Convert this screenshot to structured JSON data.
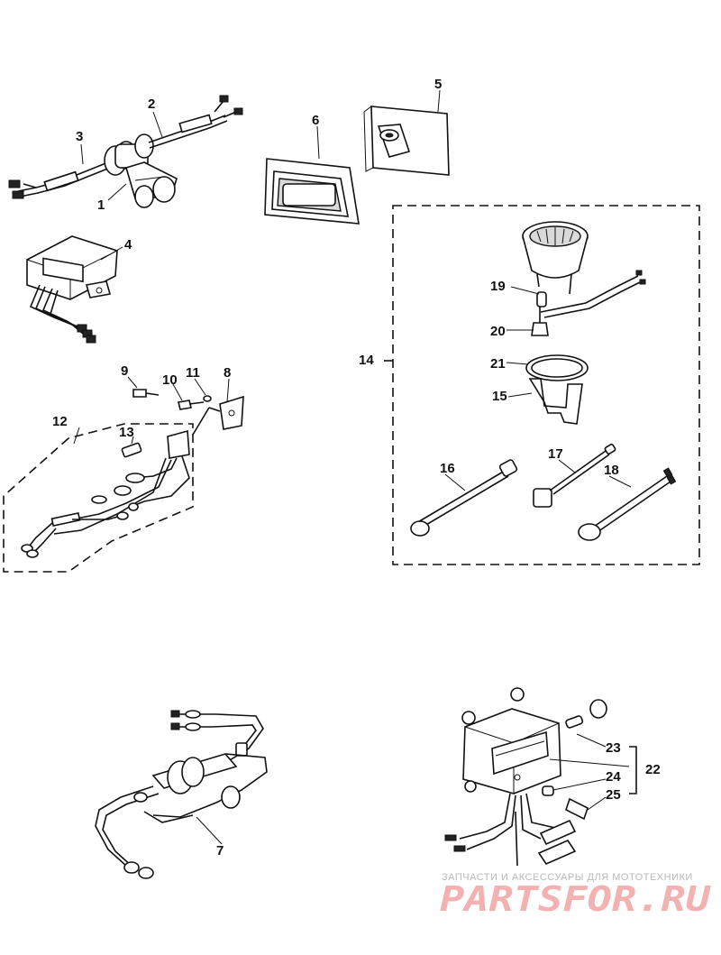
{
  "callouts": {
    "c1": "1",
    "c2": "2",
    "c3": "3",
    "c4": "4",
    "c5": "5",
    "c6": "6",
    "c7": "7",
    "c8": "8",
    "c9": "9",
    "c10": "10",
    "c11": "11",
    "c12": "12",
    "c13": "13",
    "c14": "14",
    "c15": "15",
    "c16": "16",
    "c17": "17",
    "c18": "18",
    "c19": "19",
    "c20": "20",
    "c21": "21",
    "c22": "22",
    "c23": "23",
    "c24": "24",
    "c25": "25"
  },
  "watermark": {
    "tagline": "ЗАПЧАСТИ И АКСЕССУАРЫ ДЛЯ МОТОТЕХНИКИ",
    "brand": "PARTSFOR.RU"
  },
  "colors": {
    "line": "#111111",
    "background": "#ffffff",
    "watermark_brand": "#f3b1b1",
    "watermark_tagline": "#b9b9b9"
  }
}
